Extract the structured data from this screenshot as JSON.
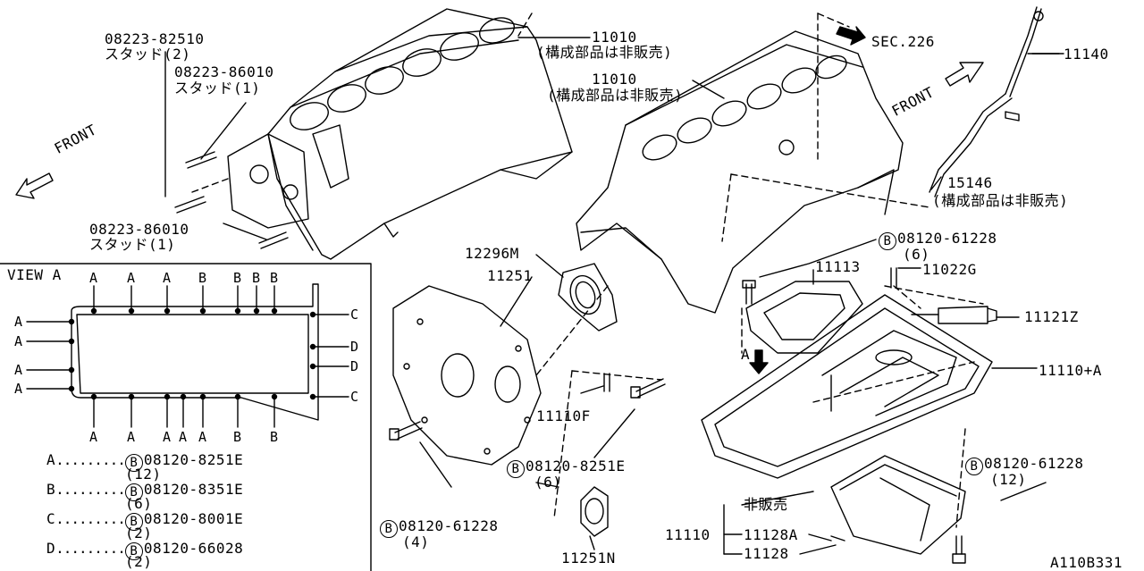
{
  "diagram": {
    "part_labels": {
      "stud_82510": "08223-82510",
      "stud_82510_name": "スタッド(2)",
      "stud_86010_top": "08223-86010",
      "stud_86010_top_name": "スタッド(1)",
      "stud_86010_bot": "08223-86010",
      "stud_86010_bot_name": "スタッド(1)",
      "block_left": "11010",
      "block_left_note": "(構成部品は非販売)",
      "block_right": "11010",
      "block_right_note": "(構成部品は非販売)",
      "sec": "SEC.226",
      "front_left": "FRONT",
      "front_right": "FRONT",
      "dipstick": "11140",
      "guide": "15146",
      "guide_note": "(構成部品は非販売)",
      "bolt_b1": "08120-61228",
      "bolt_b1_qty": "(6)",
      "seal": "12296M",
      "plate": "11251",
      "baffle": "11113",
      "pin": "11022G",
      "sensor": "11121Z",
      "oilpan_upper": "11110+A",
      "a_mark": "A",
      "dowel": "11110F",
      "bolt_b2": "08120-8251E",
      "bolt_b2_qty": "(6)",
      "bolt_b3": "08120-61228",
      "bolt_b3_qty": "(4)",
      "cover": "11251N",
      "bolt_b4": "08120-61228",
      "bolt_b4_qty": "(12)",
      "not_sold": "非販売",
      "oilpan_lower": "11110",
      "drain_washer": "11128A",
      "drain_plug": "11128",
      "diagram_id": "A110B331",
      "circle_b": "B"
    },
    "view_a": {
      "title": "VIEW A",
      "top_letters": [
        "A",
        "A",
        "A",
        "B",
        "B",
        "B",
        "B"
      ],
      "bottom_letters": [
        "A",
        "A",
        "A",
        "A",
        "A",
        "B",
        "B"
      ],
      "left_letters": [
        "A",
        "A",
        "A",
        "A"
      ],
      "right_letters": [
        "C",
        "D",
        "D",
        "C"
      ],
      "legend": [
        {
          "key": "A",
          "part": "08120-8251E",
          "qty": "(12)"
        },
        {
          "key": "B",
          "part": "08120-8351E",
          "qty": "(6)"
        },
        {
          "key": "C",
          "part": "08120-8001E",
          "qty": "(2)"
        },
        {
          "key": "D",
          "part": "08120-66028",
          "qty": "(2)"
        }
      ]
    }
  }
}
